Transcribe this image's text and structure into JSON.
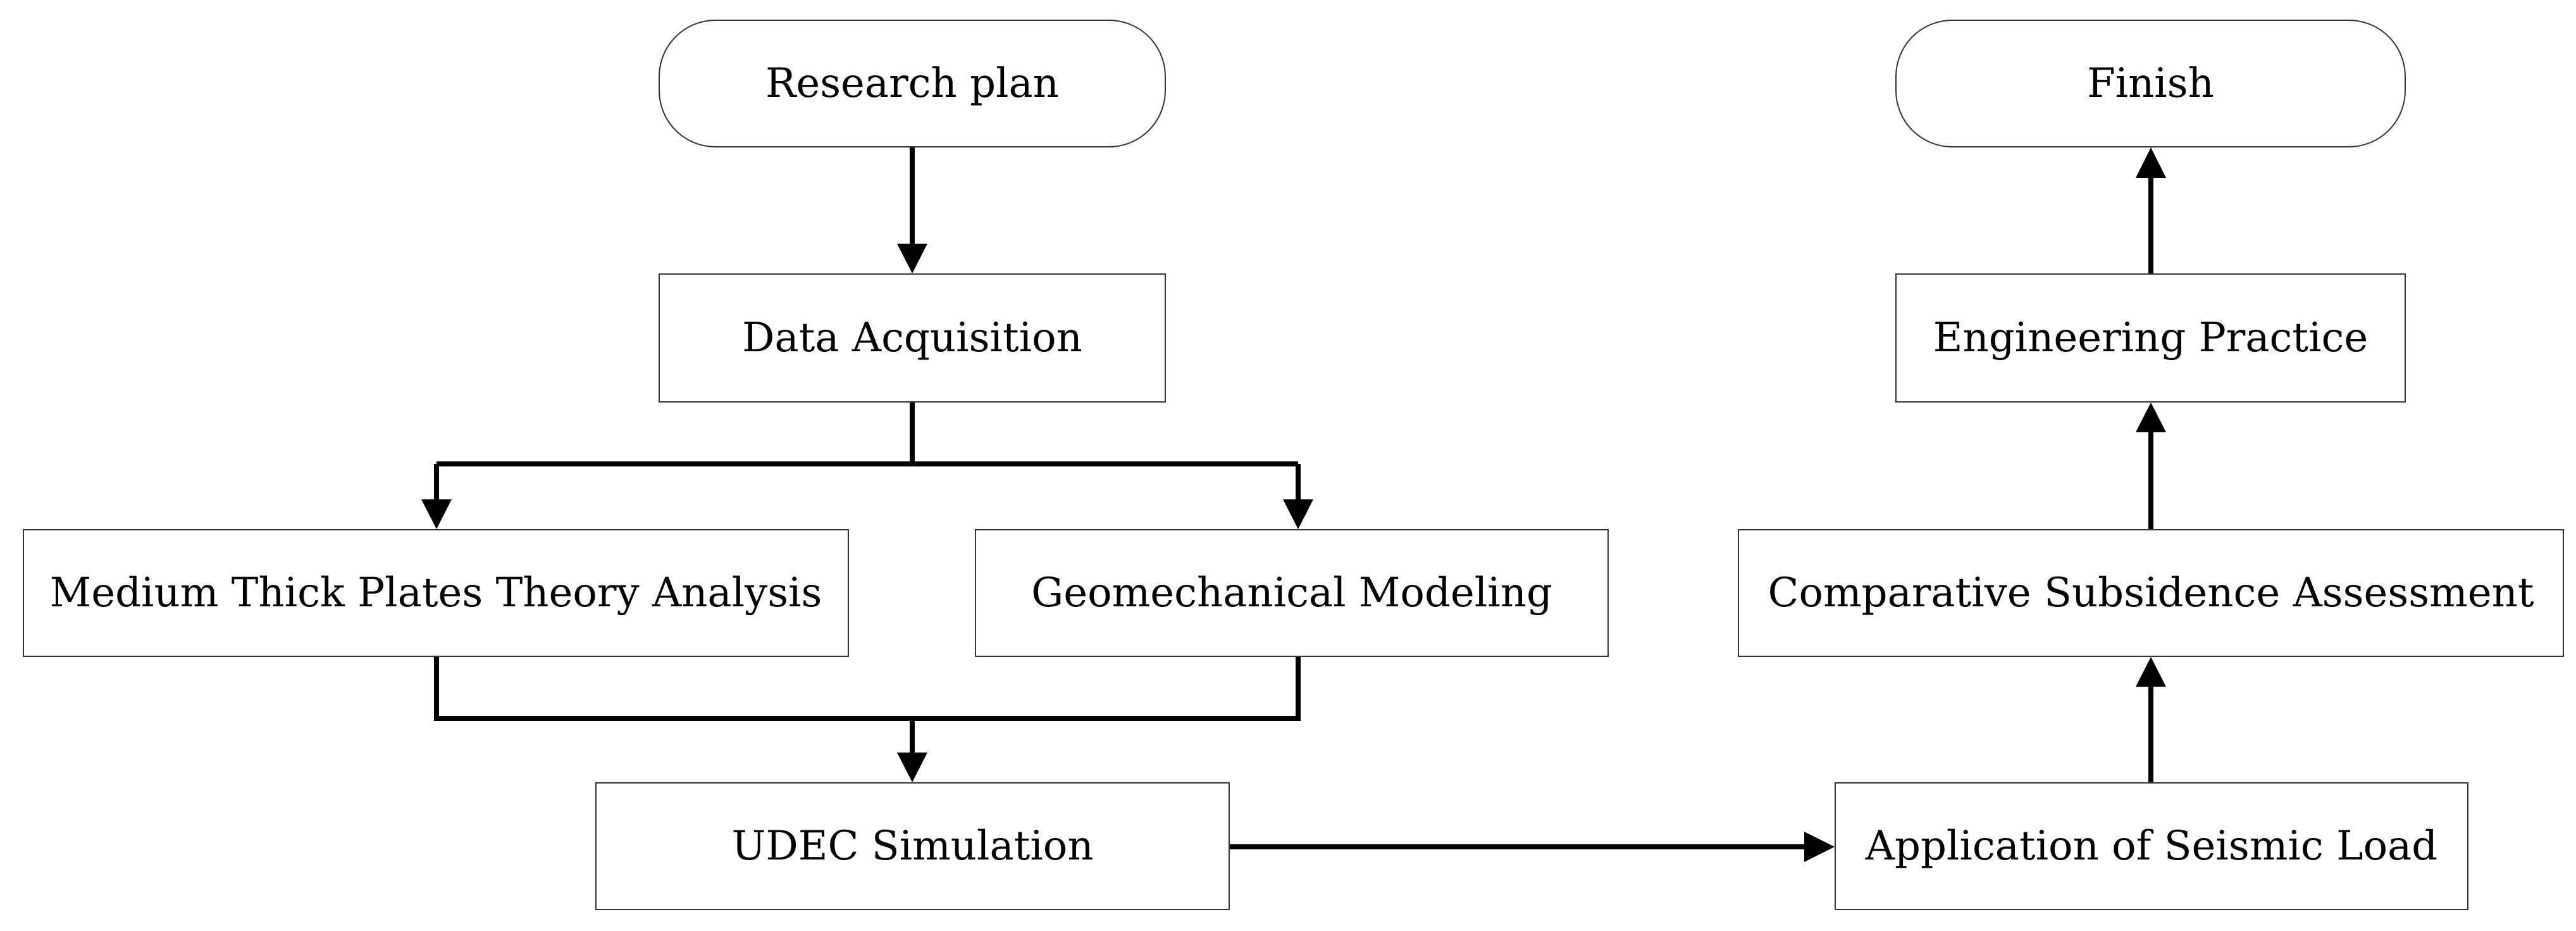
{
  "diagram": {
    "nodes": {
      "research_plan": "Research plan",
      "data_acquisition": "Data Acquisition",
      "medium_thick_plates": "Medium Thick Plates Theory Analysis",
      "geomechanical_modeling": "Geomechanical Modeling",
      "udec_simulation": "UDEC Simulation",
      "seismic_load": "Application of Seismic Load",
      "subsidence_assessment": "Comparative Subsidence Assessment",
      "engineering_practice": "Engineering Practice",
      "finish": "Finish"
    },
    "edges": [
      {
        "from": "research_plan",
        "to": "data_acquisition"
      },
      {
        "from": "data_acquisition",
        "to": "medium_thick_plates"
      },
      {
        "from": "data_acquisition",
        "to": "geomechanical_modeling"
      },
      {
        "from": "medium_thick_plates",
        "to": "udec_simulation"
      },
      {
        "from": "geomechanical_modeling",
        "to": "udec_simulation"
      },
      {
        "from": "udec_simulation",
        "to": "seismic_load"
      },
      {
        "from": "seismic_load",
        "to": "subsidence_assessment"
      },
      {
        "from": "subsidence_assessment",
        "to": "engineering_practice"
      },
      {
        "from": "engineering_practice",
        "to": "finish"
      }
    ],
    "colors": {
      "border": "#333333",
      "line": "#000000",
      "text": "#000000",
      "background": "#ffffff"
    }
  }
}
